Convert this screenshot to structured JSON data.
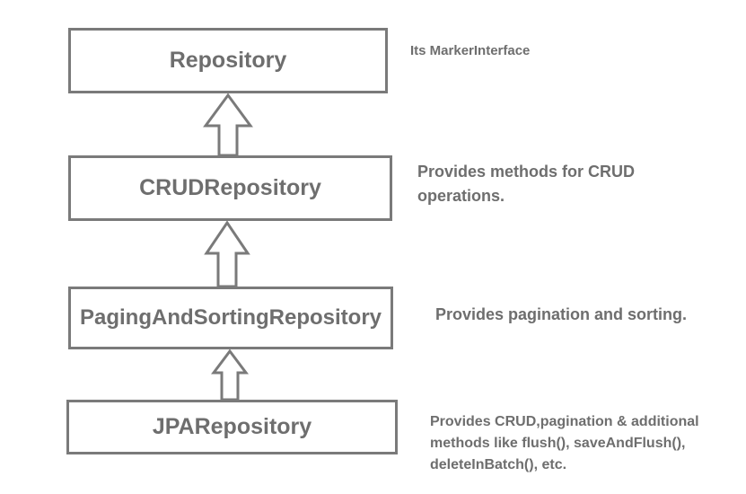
{
  "diagram": {
    "nodes": [
      {
        "id": "repository",
        "label": "Repository",
        "note": "Its MarkerInterface"
      },
      {
        "id": "crud",
        "label": "CRUDRepository",
        "note": "Provides methods for CRUD operations."
      },
      {
        "id": "paging",
        "label": "PagingAndSortingRepository",
        "note": "Provides pagination and sorting."
      },
      {
        "id": "jpa",
        "label": "JPARepository",
        "note": "Provides CRUD,pagination & additional methods like flush(), saveAndFlush(), deleteInBatch(), etc."
      }
    ],
    "edges": [
      {
        "from": "crud",
        "to": "repository",
        "type": "inheritance"
      },
      {
        "from": "paging",
        "to": "crud",
        "type": "inheritance"
      },
      {
        "from": "jpa",
        "to": "paging",
        "type": "inheritance"
      }
    ],
    "colors": {
      "stroke": "#7a7a7a",
      "text": "#6e6e6e",
      "background": "#ffffff"
    }
  }
}
